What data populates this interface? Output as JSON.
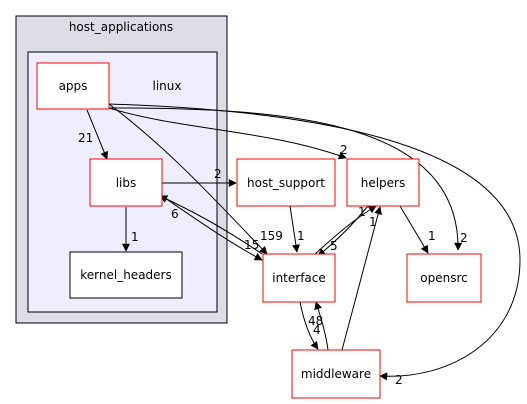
{
  "clusters": {
    "outer": {
      "label": "host_applications",
      "fill": "#dddde8",
      "stroke": "#000000"
    },
    "inner": {
      "label": "linux",
      "fill": "#eeeeff",
      "stroke": "#000000"
    }
  },
  "nodes": {
    "apps": {
      "label": "apps",
      "border": "#ff0000"
    },
    "libs": {
      "label": "libs",
      "border": "#ff0000"
    },
    "kernel_headers": {
      "label": "kernel_headers",
      "border": "#000000"
    },
    "host_support": {
      "label": "host_support",
      "border": "#ff0000"
    },
    "helpers": {
      "label": "helpers",
      "border": "#ff0000"
    },
    "interface": {
      "label": "interface",
      "border": "#ff0000"
    },
    "opensrc": {
      "label": "opensrc",
      "border": "#ff0000"
    },
    "middleware": {
      "label": "middleware",
      "border": "#ff0000"
    }
  },
  "edges": {
    "apps_libs": "21",
    "apps_helpers": "2",
    "apps_interface": "159",
    "apps_opensrc": "2",
    "apps_middleware": "2",
    "libs_kernel_headers": "1",
    "libs_host_support": "2",
    "libs_interface": "15",
    "interface_libs": "6",
    "host_support_interface": "1",
    "helpers_interface": "5",
    "interface_helpers": "1",
    "helpers_opensrc": "1",
    "interface_middleware": "4",
    "middleware_interface": "48",
    "middleware_helpers": "1"
  }
}
